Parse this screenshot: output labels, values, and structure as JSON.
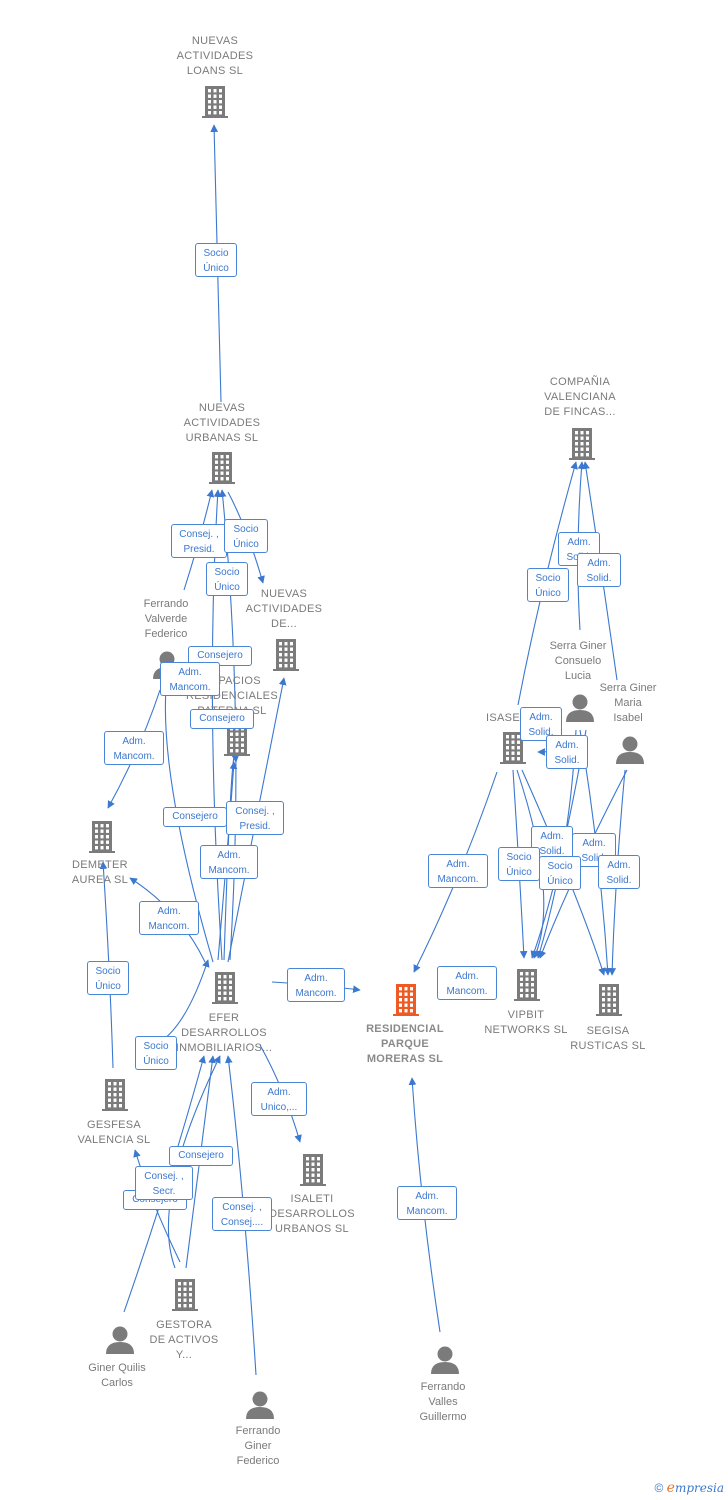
{
  "nodes": [
    {
      "id": "nal",
      "type": "company",
      "label": "NUEVAS\nACTIVIDADES\nLOANS  SL"
    },
    {
      "id": "nau",
      "type": "company",
      "label": "NUEVAS\nACTIVIDADES\nURBANAS SL"
    },
    {
      "id": "nad",
      "type": "company",
      "label": "NUEVAS\nACTIVIDADES\nDE..."
    },
    {
      "id": "erp",
      "type": "company",
      "label": "ESPACIOS\nRESIDENCIALES\nPATERNA  SL"
    },
    {
      "id": "fvf",
      "type": "person",
      "label": "Ferrando\nValverde\nFederico"
    },
    {
      "id": "dem",
      "type": "company",
      "label": "DEMETER\nAUREA  SL"
    },
    {
      "id": "efer",
      "type": "company",
      "label": "EFER\nDESARROLLOS\nINMOBILIARIOS..."
    },
    {
      "id": "ges",
      "type": "company",
      "label": "GESFESA\nVALENCIA SL"
    },
    {
      "id": "isaleti",
      "type": "company",
      "label": "ISALETI\nDESARROLLOS\nURBANOS  SL"
    },
    {
      "id": "gestora",
      "type": "company",
      "label": "GESTORA\nDE ACTIVOS\nY..."
    },
    {
      "id": "gqc",
      "type": "person",
      "label": "Giner Quilis\nCarlos"
    },
    {
      "id": "fgf",
      "type": "person",
      "label": "Ferrando\nGiner\nFederico"
    },
    {
      "id": "main",
      "type": "company",
      "label": "RESIDENCIAL\nPARQUE\nMORERAS  SL",
      "main": true
    },
    {
      "id": "fvg",
      "type": "person",
      "label": "Ferrando\nValles\nGuillermo"
    },
    {
      "id": "cvf",
      "type": "company",
      "label": "COMPAÑIA\nVALENCIANA\nDE FINCAS..."
    },
    {
      "id": "sgcl",
      "type": "person",
      "label": "Serra Giner\nConsuelo\nLucia"
    },
    {
      "id": "sgmi",
      "type": "person",
      "label": "Serra Giner\nMaria\nIsabel"
    },
    {
      "id": "isase",
      "type": "company",
      "label": "ISASE"
    },
    {
      "id": "vipbit",
      "type": "company",
      "label": "VIPBIT\nNETWORKS SL"
    },
    {
      "id": "segisa",
      "type": "company",
      "label": "SEGISA\nRUSTICAS  SL"
    }
  ],
  "edge_labels": [
    "Socio\nÚnico",
    "Consej. ,\nPresid.",
    "Socio\nÚnico",
    "Socio\nÚnico",
    "Consejero",
    "Adm.\nMancom.",
    "Consejero",
    "Adm.\nMancom.",
    "Consejero",
    "Consej. ,\nPresid.",
    "Adm.\nMancom.",
    "Adm.\nMancom.",
    "Socio\nÚnico",
    "Adm.\nMancom.",
    "Socio\nÚnico",
    "Adm.\nUnico,...",
    "Consejero",
    "Consejero",
    "Consej. ,\nSecr.",
    "Consej. ,\nConsej....",
    "Adm.\nMancom.",
    "Adm.\nMancom.",
    "Adm.\nMancom.",
    "Adm.\nSolid.",
    "Adm.\nSolid.",
    "Socio\nÚnico",
    "Adm.\nSolid.",
    "Adm.\nSolid.",
    "Adm.\nSolid.",
    "Socio\nÚnico",
    "Adm.\nSolid.",
    "Adm.\nSolid.",
    "Socio\nÚnico",
    "Adm.\nSolid."
  ],
  "colors": {
    "edge": "#3b78cf",
    "company": "#7b7b7b",
    "person": "#7b7b7b",
    "main": "#ee5a24"
  },
  "footer": {
    "copyright": "©",
    "brand_initial": "e",
    "brand_rest": "mpresia"
  }
}
